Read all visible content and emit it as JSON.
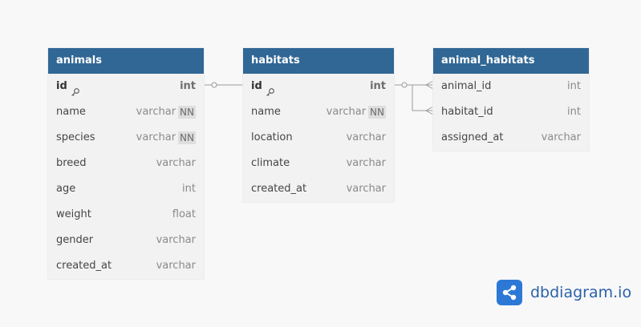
{
  "tables": [
    {
      "title": "animals",
      "columns": [
        {
          "name": "id",
          "type": "int",
          "pk": true,
          "nn": ""
        },
        {
          "name": "name",
          "type": "varchar",
          "pk": false,
          "nn": "NN"
        },
        {
          "name": "species",
          "type": "varchar",
          "pk": false,
          "nn": "NN"
        },
        {
          "name": "breed",
          "type": "varchar",
          "pk": false,
          "nn": ""
        },
        {
          "name": "age",
          "type": "int",
          "pk": false,
          "nn": ""
        },
        {
          "name": "weight",
          "type": "float",
          "pk": false,
          "nn": ""
        },
        {
          "name": "gender",
          "type": "varchar",
          "pk": false,
          "nn": ""
        },
        {
          "name": "created_at",
          "type": "varchar",
          "pk": false,
          "nn": ""
        }
      ]
    },
    {
      "title": "habitats",
      "columns": [
        {
          "name": "id",
          "type": "int",
          "pk": true,
          "nn": ""
        },
        {
          "name": "name",
          "type": "varchar",
          "pk": false,
          "nn": "NN"
        },
        {
          "name": "location",
          "type": "varchar",
          "pk": false,
          "nn": ""
        },
        {
          "name": "climate",
          "type": "varchar",
          "pk": false,
          "nn": ""
        },
        {
          "name": "created_at",
          "type": "varchar",
          "pk": false,
          "nn": ""
        }
      ]
    },
    {
      "title": "animal_habitats",
      "columns": [
        {
          "name": "animal_id",
          "type": "int",
          "pk": false,
          "nn": ""
        },
        {
          "name": "habitat_id",
          "type": "int",
          "pk": false,
          "nn": ""
        },
        {
          "name": "assigned_at",
          "type": "varchar",
          "pk": false,
          "nn": ""
        }
      ]
    }
  ],
  "brand": {
    "text": "dbdiagram.io",
    "mark_icon": "share-icon",
    "color": "#2d78d6"
  },
  "colors": {
    "header": "#316795",
    "connector": "#9a9a9a"
  }
}
